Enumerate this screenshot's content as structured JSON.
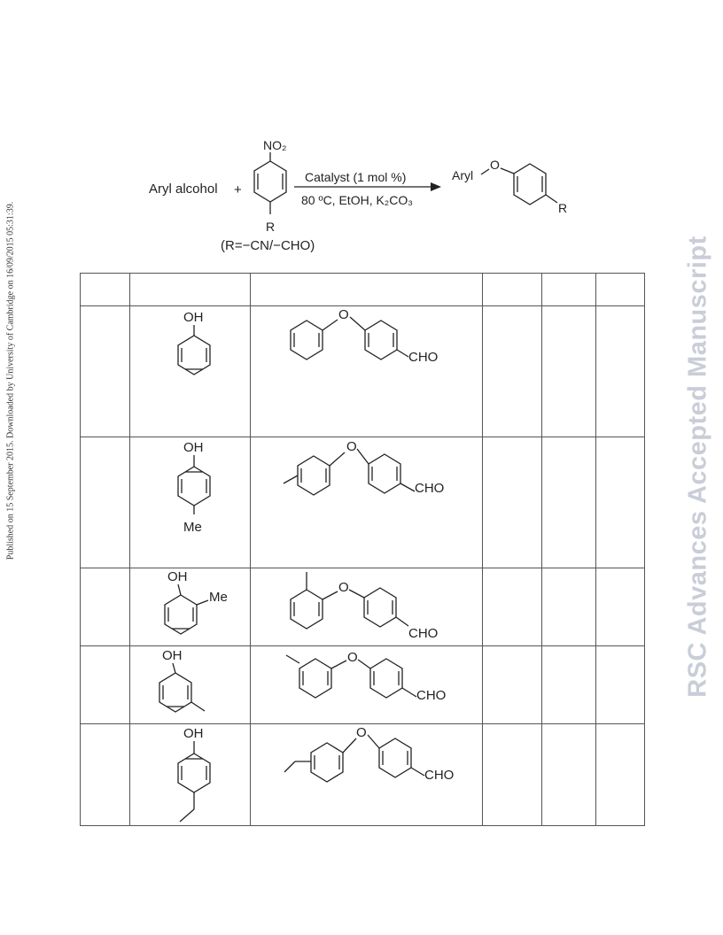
{
  "side_note": "Published on 15 September 2015. Downloaded by University of Cambridge on 16/09/2015 05:31:39.",
  "watermark": "RSC Advances Accepted Manuscript",
  "scheme": {
    "reactant_1": "Aryl alcohol",
    "plus": "+",
    "nitro_group": "NO₂",
    "r_label": "R",
    "r_definition": "(R=−CN/−CHO)",
    "conditions_top": "Catalyst (1 mol %)",
    "conditions_bottom": "80 ºC, EtOH, K₂CO₃",
    "product_aryl": "Aryl",
    "product_o": "O",
    "product_r": "R"
  },
  "table": {
    "header": [
      "",
      "",
      "",
      "",
      "",
      ""
    ],
    "rows": [
      {
        "alcohol_labels": [
          "OH"
        ],
        "product_labels": [
          "O",
          "CHO"
        ]
      },
      {
        "alcohol_labels": [
          "OH",
          "Me"
        ],
        "product_labels": [
          "O",
          "CHO"
        ]
      },
      {
        "alcohol_labels": [
          "OH",
          "Me"
        ],
        "product_labels": [
          "O",
          "CHO"
        ]
      },
      {
        "alcohol_labels": [
          "OH"
        ],
        "product_labels": [
          "O",
          "CHO"
        ]
      },
      {
        "alcohol_labels": [
          "OH"
        ],
        "product_labels": [
          "O",
          "CHO"
        ]
      }
    ]
  }
}
